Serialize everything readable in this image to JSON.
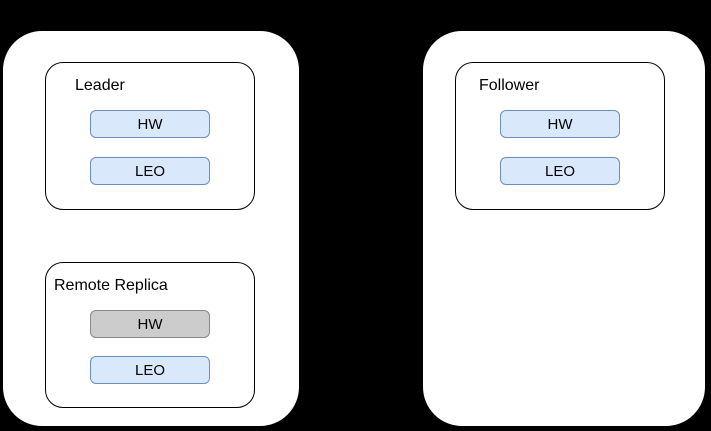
{
  "diagram": {
    "background_color": "#000000",
    "colors": {
      "container_fill": "#ffffff",
      "container_border": "#000000",
      "blue_box_fill": "#dae8fc",
      "blue_box_border": "#6c8ebf",
      "gray_box_fill": "#cccccc",
      "gray_box_border": "#888888",
      "text": "#000000"
    },
    "brokers": [
      {
        "name": "left-broker",
        "groups": [
          {
            "label": "Leader",
            "items": [
              {
                "label": "HW",
                "style": "blue"
              },
              {
                "label": "LEO",
                "style": "blue"
              }
            ]
          },
          {
            "label": "Remote Replica",
            "items": [
              {
                "label": "HW",
                "style": "gray"
              },
              {
                "label": "LEO",
                "style": "blue"
              }
            ]
          }
        ]
      },
      {
        "name": "right-broker",
        "groups": [
          {
            "label": "Follower",
            "items": [
              {
                "label": "HW",
                "style": "blue"
              },
              {
                "label": "LEO",
                "style": "blue"
              }
            ]
          }
        ]
      }
    ]
  }
}
